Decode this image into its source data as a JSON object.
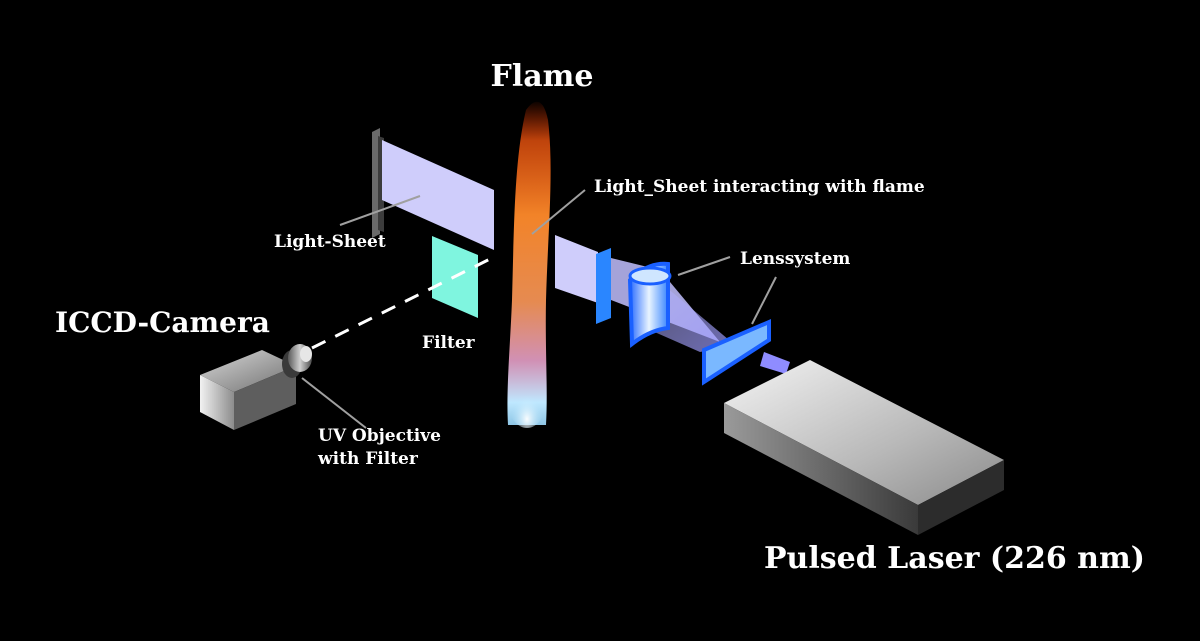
{
  "labels": {
    "flame": "Flame",
    "light_sheet_interaction": "Light_Sheet interacting with flame",
    "lenssystem": "Lenssystem",
    "light_sheet": "Light-Sheet",
    "iccd_camera": "ICCD-Camera",
    "filter": "Filter",
    "uv_objective_line1": "UV Objective",
    "uv_objective_line2": "with Filter",
    "pulsed_laser": "Pulsed Laser (226 nm)"
  },
  "colors": {
    "background": "#000000",
    "text": "#ffffff",
    "light_sheet": "#cfcdfb",
    "filter": "#7ff5df",
    "lens": "#2a7cff",
    "laser_beam": "#8f8cff",
    "leader_lines": "#a0a0a0"
  }
}
